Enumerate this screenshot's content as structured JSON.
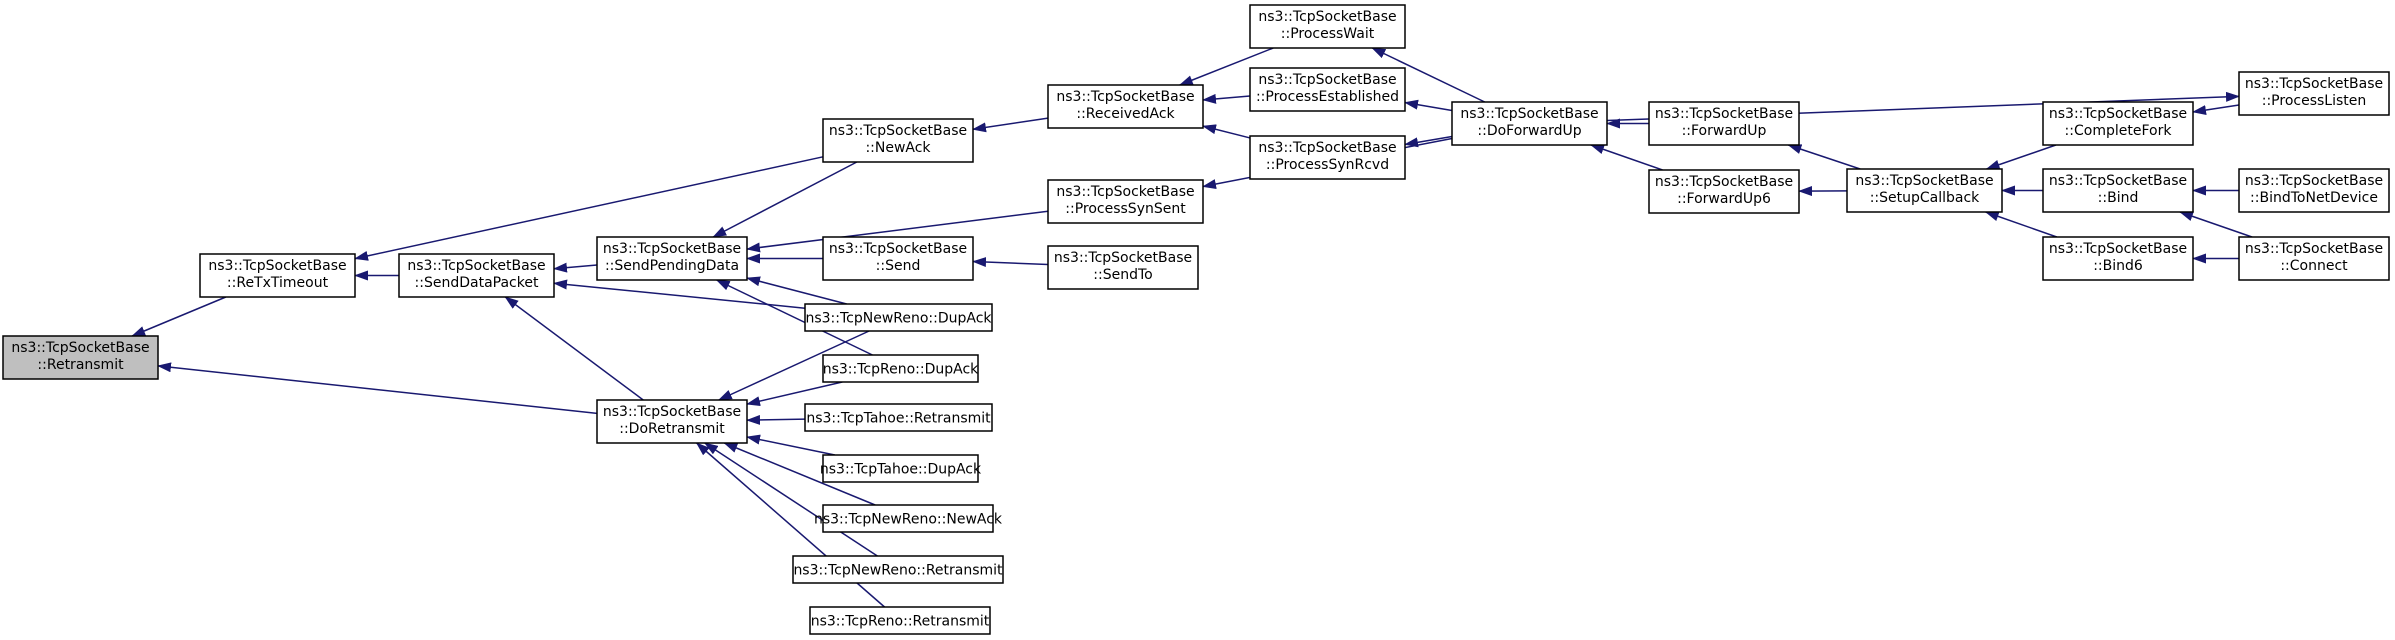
{
  "graph": {
    "edge_color": "#191970",
    "current_fill": "#bfbfbf",
    "nodes": {
      "retransmit": [
        "ns3::TcpSocketBase",
        "::Retransmit"
      ],
      "retxtimeout": [
        "ns3::TcpSocketBase",
        "::ReTxTimeout"
      ],
      "senddatapacket": [
        "ns3::TcpSocketBase",
        "::SendDataPacket"
      ],
      "sendpendingdata": [
        "ns3::TcpSocketBase",
        "::SendPendingData"
      ],
      "doretransmit": [
        "ns3::TcpSocketBase",
        "::DoRetransmit"
      ],
      "newack": [
        "ns3::TcpSocketBase",
        "::NewAck"
      ],
      "receivedack": [
        "ns3::TcpSocketBase",
        "::ReceivedAck"
      ],
      "processwait": [
        "ns3::TcpSocketBase",
        "::ProcessWait"
      ],
      "processestablished": [
        "ns3::TcpSocketBase",
        "::ProcessEstablished"
      ],
      "processsynrcvd": [
        "ns3::TcpSocketBase",
        "::ProcessSynRcvd"
      ],
      "processsynsent": [
        "ns3::TcpSocketBase",
        "::ProcessSynSent"
      ],
      "send": [
        "ns3::TcpSocketBase",
        "::Send"
      ],
      "sendto": [
        "ns3::TcpSocketBase",
        "::SendTo"
      ],
      "newreno_dupack": [
        "ns3::TcpNewReno::DupAck"
      ],
      "reno_dupack": [
        "ns3::TcpReno::DupAck"
      ],
      "tahoe_retransmit": [
        "ns3::TcpTahoe::Retransmit"
      ],
      "tahoe_dupack": [
        "ns3::TcpTahoe::DupAck"
      ],
      "newreno_newack": [
        "ns3::TcpNewReno::NewAck"
      ],
      "newreno_retransmit": [
        "ns3::TcpNewReno::Retransmit"
      ],
      "reno_retransmit": [
        "ns3::TcpReno::Retransmit"
      ],
      "doforwardup": [
        "ns3::TcpSocketBase",
        "::DoForwardUp"
      ],
      "forwardup": [
        "ns3::TcpSocketBase",
        "::ForwardUp"
      ],
      "forwardup6": [
        "ns3::TcpSocketBase",
        "::ForwardUp6"
      ],
      "setupcallback": [
        "ns3::TcpSocketBase",
        "::SetupCallback"
      ],
      "completefork": [
        "ns3::TcpSocketBase",
        "::CompleteFork"
      ],
      "bind": [
        "ns3::TcpSocketBase",
        "::Bind"
      ],
      "bind6": [
        "ns3::TcpSocketBase",
        "::Bind6"
      ],
      "processlisten": [
        "ns3::TcpSocketBase",
        "::ProcessListen"
      ],
      "bindtonetdevice": [
        "ns3::TcpSocketBase",
        "::BindToNetDevice"
      ],
      "connect": [
        "ns3::TcpSocketBase",
        "::Connect"
      ]
    },
    "edges": [
      [
        "retxtimeout",
        "retransmit"
      ],
      [
        "doretransmit",
        "retransmit"
      ],
      [
        "newack",
        "retxtimeout"
      ],
      [
        "senddatapacket",
        "retxtimeout"
      ],
      [
        "sendpendingdata",
        "senddatapacket"
      ],
      [
        "doretransmit",
        "senddatapacket"
      ],
      [
        "newreno_dupack",
        "senddatapacket"
      ],
      [
        "newack",
        "sendpendingdata"
      ],
      [
        "processsynsent",
        "sendpendingdata"
      ],
      [
        "send",
        "sendpendingdata"
      ],
      [
        "newreno_dupack",
        "sendpendingdata"
      ],
      [
        "reno_dupack",
        "sendpendingdata"
      ],
      [
        "newreno_dupack",
        "doretransmit"
      ],
      [
        "reno_dupack",
        "doretransmit"
      ],
      [
        "tahoe_retransmit",
        "doretransmit"
      ],
      [
        "tahoe_dupack",
        "doretransmit"
      ],
      [
        "newreno_newack",
        "doretransmit"
      ],
      [
        "newreno_retransmit",
        "doretransmit"
      ],
      [
        "reno_retransmit",
        "doretransmit"
      ],
      [
        "receivedack",
        "newack"
      ],
      [
        "processwait",
        "receivedack"
      ],
      [
        "processestablished",
        "receivedack"
      ],
      [
        "processsynrcvd",
        "receivedack"
      ],
      [
        "sendto",
        "send"
      ],
      [
        "doforwardup",
        "processwait"
      ],
      [
        "doforwardup",
        "processestablished"
      ],
      [
        "doforwardup",
        "processsynrcvd"
      ],
      [
        "doforwardup",
        "processsynsent"
      ],
      [
        "doforwardup",
        "processlisten"
      ],
      [
        "forwardup",
        "doforwardup"
      ],
      [
        "forwardup6",
        "doforwardup"
      ],
      [
        "setupcallback",
        "forwardup"
      ],
      [
        "setupcallback",
        "forwardup6"
      ],
      [
        "completefork",
        "setupcallback"
      ],
      [
        "bind",
        "setupcallback"
      ],
      [
        "bind6",
        "setupcallback"
      ],
      [
        "processlisten",
        "completefork"
      ],
      [
        "bindtonetdevice",
        "bind"
      ],
      [
        "connect",
        "bind"
      ],
      [
        "connect",
        "bind6"
      ]
    ]
  }
}
